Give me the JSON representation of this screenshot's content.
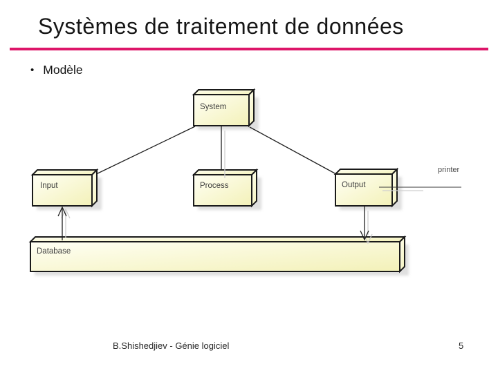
{
  "slide": {
    "title": "Systèmes de traitement de données",
    "bullet_marker": "•",
    "bullet_item": "Modèle",
    "footer_text": "B.Shishedjiev - Génie logiciel",
    "page_number": "5",
    "accent_color": "#DD1569"
  },
  "diagram": {
    "nodes": {
      "system": "System",
      "input": "Input",
      "process": "Process",
      "output": "Output",
      "database": "Database"
    },
    "annotation": "printer",
    "node_fill_top": "#FFFFF4",
    "node_fill_bottom": "#F3F1B8",
    "node_border_color": "#1A1A1A",
    "connections": [
      "System — Input",
      "System — Process",
      "System — Output",
      "Output — printer",
      "Database → Input (arrow up)",
      "Output → Database (arrow down)"
    ]
  }
}
